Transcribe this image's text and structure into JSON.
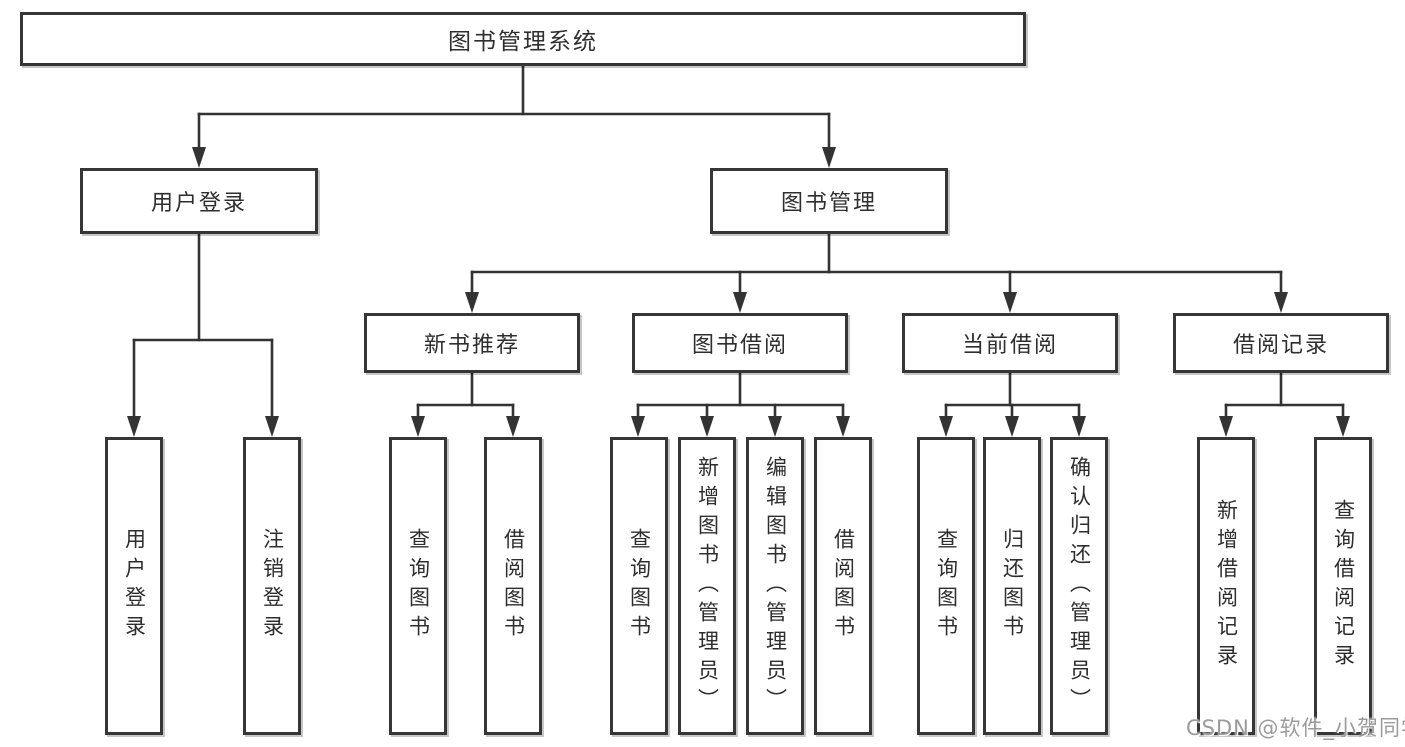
{
  "colors": {
    "line": "#333333",
    "border": "#363636",
    "text": "#2e2e2e",
    "box_fill": "#ffffff",
    "watermark": "#9b9b9b"
  },
  "nodes": {
    "root": {
      "label": "图书管理系统"
    },
    "level2": [
      {
        "label": "用户登录"
      },
      {
        "label": "图书管理"
      }
    ],
    "level3": [
      {
        "label": "新书推荐"
      },
      {
        "label": "图书借阅"
      },
      {
        "label": "当前借阅"
      },
      {
        "label": "借阅记录"
      }
    ],
    "leaves": [
      {
        "label": "用户登录"
      },
      {
        "label": "注销登录"
      },
      {
        "label": "查询图书"
      },
      {
        "label": "借阅图书"
      },
      {
        "label": "查询图书"
      },
      {
        "label": "新增图书（管理员）"
      },
      {
        "label": "编辑图书（管理员）"
      },
      {
        "label": "借阅图书"
      },
      {
        "label": "查询图书"
      },
      {
        "label": "归还图书"
      },
      {
        "label": "确认归还（管理员）"
      },
      {
        "label": "新增借阅记录"
      },
      {
        "label": "查询借阅记录"
      }
    ]
  },
  "watermark": "CSDN @软件_小贺同学"
}
